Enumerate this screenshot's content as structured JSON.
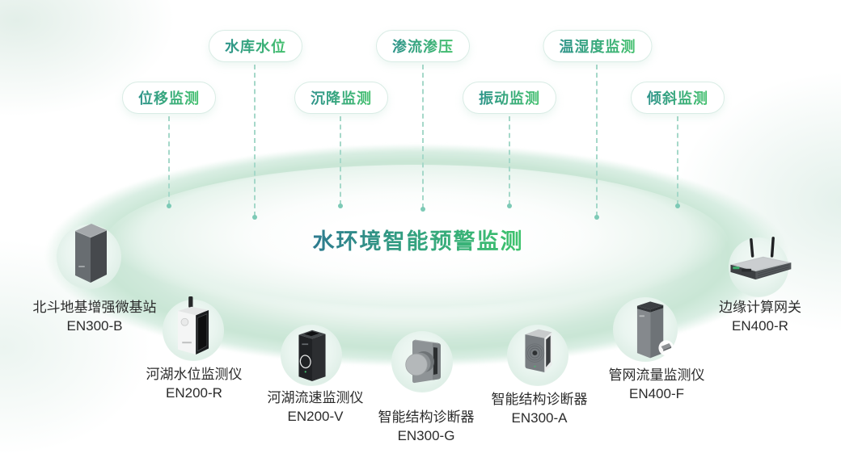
{
  "title": "水环境智能预警监测",
  "monitoring_tags": [
    {
      "label": "水库水位"
    },
    {
      "label": "渗流渗压"
    },
    {
      "label": "温湿度监测"
    },
    {
      "label": "位移监测"
    },
    {
      "label": "沉降监测"
    },
    {
      "label": "振动监测"
    },
    {
      "label": "倾斜监测"
    }
  ],
  "devices": [
    {
      "name": "北斗地基增强微基站",
      "model": "EN300-B"
    },
    {
      "name": "河湖水位监测仪",
      "model": "EN200-R"
    },
    {
      "name": "河湖流速监测仪",
      "model": "EN200-V"
    },
    {
      "name": "智能结构诊断器",
      "model": "EN300-G"
    },
    {
      "name": "智能结构诊断器",
      "model": "EN300-A"
    },
    {
      "name": "管网流量监测仪",
      "model": "EN400-F"
    },
    {
      "name": "边缘计算网关",
      "model": "EN400-R"
    }
  ],
  "colors": {
    "tag_text_gradient_start": "#2f948b",
    "tag_text_gradient_end": "#43c06d",
    "title_gradient_start": "#2e7b90",
    "title_gradient_end": "#3fc46d",
    "dashed_line": "#a5d8c9",
    "disc_green": "#c9e6d5",
    "label_text": "#2b2b2b"
  }
}
